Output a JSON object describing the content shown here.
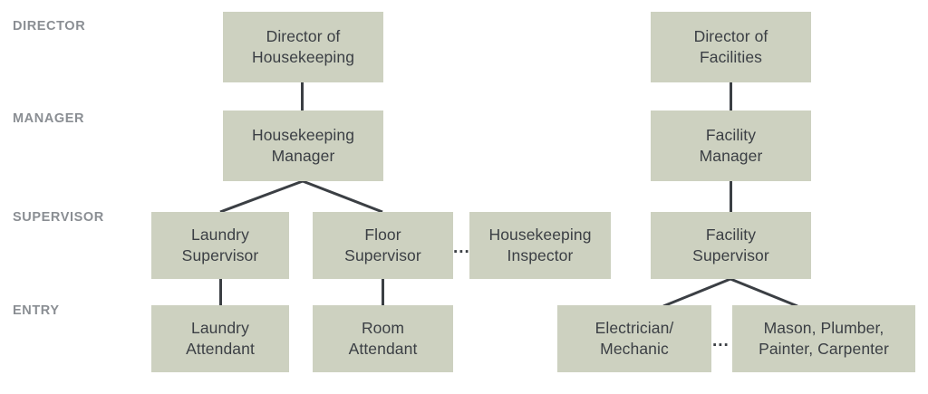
{
  "chart_type": "org-chart",
  "theme": {
    "box_fill": "#cdd1c0",
    "box_text": "#3b3f44",
    "level_label_color": "#8a8e93",
    "connector_color": "#3b3f44",
    "background": "#ffffff"
  },
  "levels": [
    {
      "id": "director",
      "label": "DIRECTOR"
    },
    {
      "id": "manager",
      "label": "MANAGER"
    },
    {
      "id": "supervisor",
      "label": "SUPERVISOR"
    },
    {
      "id": "entry",
      "label": "ENTRY"
    }
  ],
  "nodes": {
    "director_housekeeping": {
      "line1": "Director of",
      "line2": "Housekeeping"
    },
    "housekeeping_manager": {
      "line1": "Housekeeping",
      "line2": "Manager"
    },
    "laundry_supervisor": {
      "line1": "Laundry",
      "line2": "Supervisor"
    },
    "floor_supervisor": {
      "line1": "Floor",
      "line2": "Supervisor"
    },
    "housekeeping_inspector": {
      "line1": "Housekeeping",
      "line2": "Inspector"
    },
    "laundry_attendant": {
      "line1": "Laundry",
      "line2": "Attendant"
    },
    "room_attendant": {
      "line1": "Room",
      "line2": "Attendant"
    },
    "director_facilities": {
      "line1": "Director of",
      "line2": "Facilities"
    },
    "facility_manager": {
      "line1": "Facility",
      "line2": "Manager"
    },
    "facility_supervisor": {
      "line1": "Facility",
      "line2": "Supervisor"
    },
    "electrician_mechanic": {
      "line1": "Electrician/",
      "line2": "Mechanic"
    },
    "trades": {
      "line1": "Mason, Plumber,",
      "line2": "Painter, Carpenter"
    }
  },
  "ellipses": {
    "housekeeping_supervisor_more": "...",
    "facility_entry_more": "..."
  }
}
